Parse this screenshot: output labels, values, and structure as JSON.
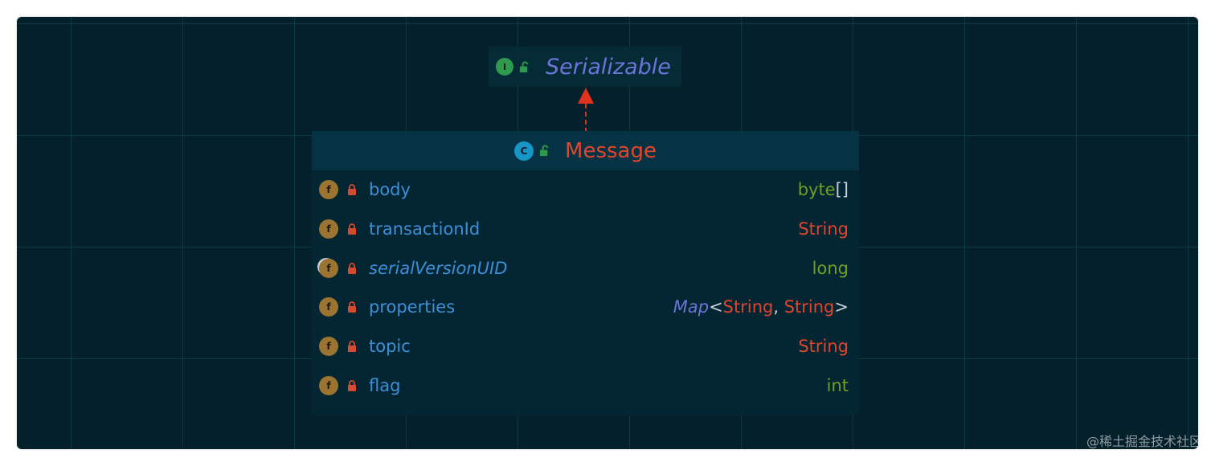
{
  "interface": {
    "badge": "I",
    "name": "Serializable",
    "icon": "unlocked-padlock-icon"
  },
  "class": {
    "badge": "C",
    "name": "Message",
    "icon": "unlocked-padlock-icon"
  },
  "fields": [
    {
      "badge": "f",
      "name": "body",
      "type": "byte",
      "type_suffix": "[]"
    },
    {
      "badge": "f",
      "name": "transactionId",
      "type": "String"
    },
    {
      "badge": "f",
      "name": "serialVersionUID",
      "type": "long",
      "static": true
    },
    {
      "badge": "f",
      "name": "properties",
      "type_map": "Map",
      "type_open": "<",
      "type_arg1": "String",
      "type_comma": ",",
      "type_arg2": "String",
      "type_close": ">"
    },
    {
      "badge": "f",
      "name": "topic",
      "type": "String"
    },
    {
      "badge": "f",
      "name": "flag",
      "type": "int"
    }
  ],
  "colors": {
    "background": "#03202b",
    "grid": "#0e3a44",
    "interface_name": "#6b74d8",
    "class_name": "#e2452d",
    "field_name": "#3d8fd8",
    "primitive_type": "#6fa022",
    "object_type": "#e0452d",
    "arrow": "#e0321c"
  },
  "watermark": "@稀土掘金技术社区"
}
